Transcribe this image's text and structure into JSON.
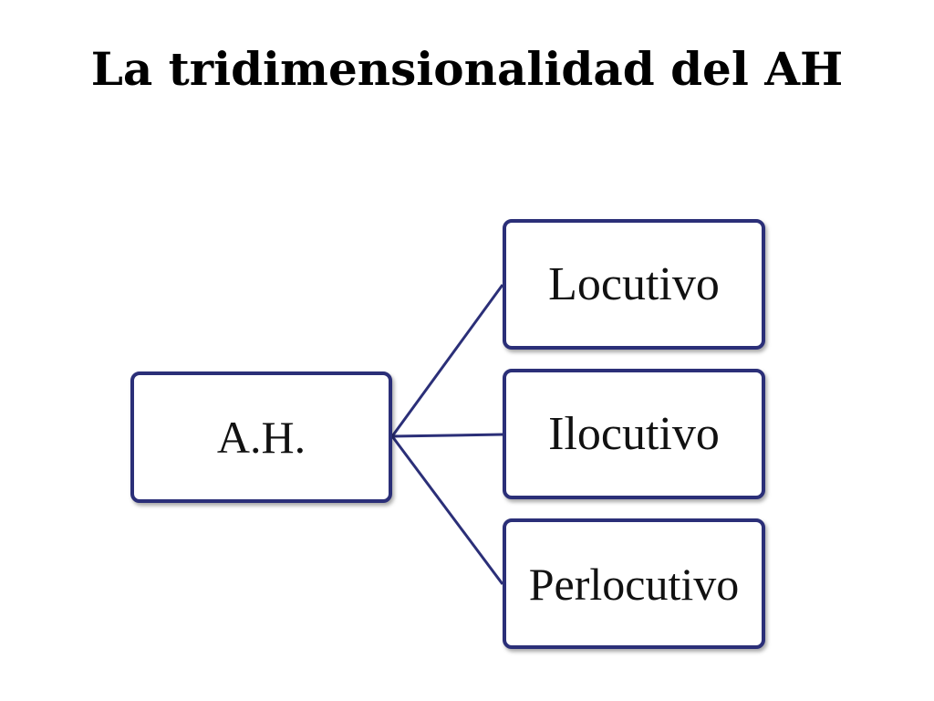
{
  "slide": {
    "title": "La tridimensionalidad del AH"
  },
  "diagram": {
    "root": {
      "label": "A.H."
    },
    "children": [
      {
        "label": "Locutivo"
      },
      {
        "label": "Ilocutivo"
      },
      {
        "label": "Perlocutivo"
      }
    ]
  },
  "colors": {
    "border": "#2b2f78",
    "connector": "#2b2f78",
    "background": "#ffffff",
    "text": "#111111"
  }
}
